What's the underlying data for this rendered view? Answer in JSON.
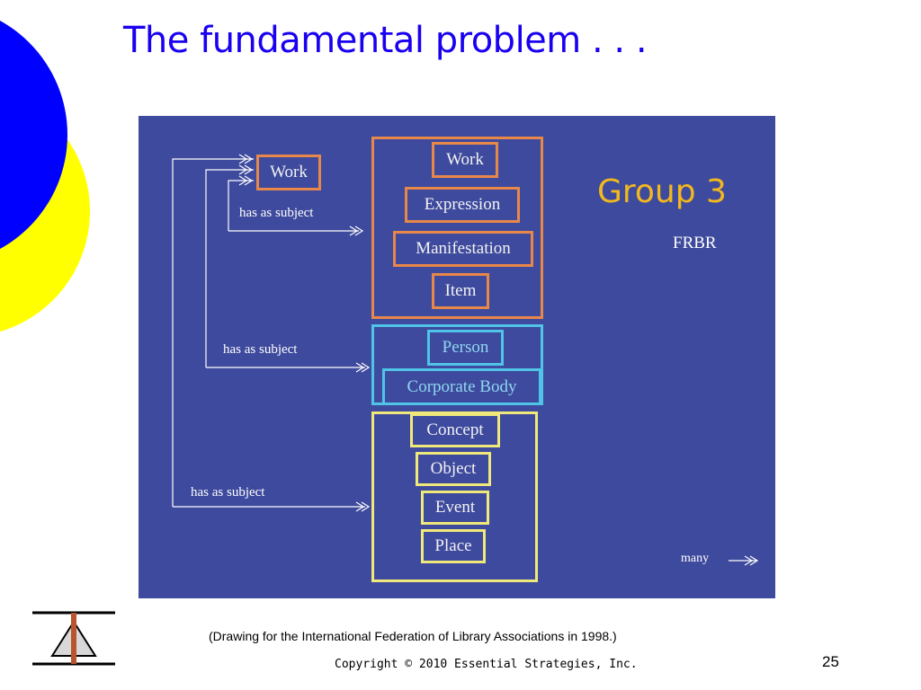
{
  "slide": {
    "title": "The fundamental problem . . .",
    "caption": "(Drawing for the International Federation of Library Associations in 1998.)",
    "copyright": "Copyright © 2010 Essential Strategies, Inc.",
    "page_number": "25"
  },
  "diagram": {
    "heading": "Group 3",
    "subheading": "FRBR",
    "subject_work": "Work",
    "relation_labels": [
      "has as subject",
      "has as subject",
      "has as subject"
    ],
    "group1": [
      "Work",
      "Expression",
      "Manifestation",
      "Item"
    ],
    "group2": [
      "Person",
      "Corporate Body"
    ],
    "group3": [
      "Concept",
      "Object",
      "Event",
      "Place"
    ],
    "legend_many": "many",
    "colors": {
      "background": "#3e4a9d",
      "group1_border": "#e8874a",
      "group2_border": "#4fc4e6",
      "group3_border": "#efe87a",
      "heading": "#f2b81e"
    }
  },
  "decoration": {
    "circle_colors": [
      "#0000ff",
      "#ffff00"
    ],
    "logo_icon": "triangle-logo-icon"
  }
}
